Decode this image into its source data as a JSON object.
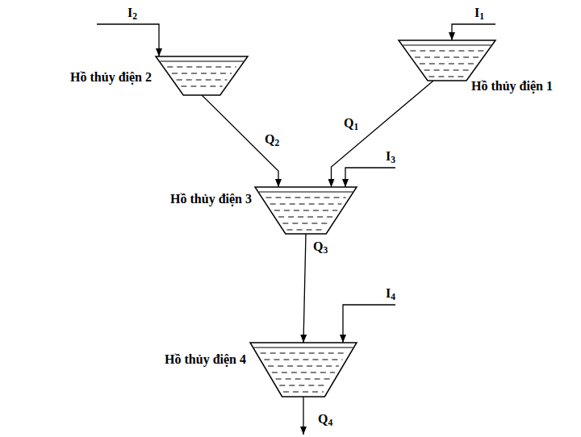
{
  "diagram": {
    "nodes": [
      {
        "text": [
          "Hồ thủy điện 2"
        ]
      },
      {
        "text": [
          "Hồ thủy điện 1"
        ]
      },
      {
        "text": [
          "Hồ thủy điện 3"
        ]
      },
      {
        "text": [
          "Hồ thủy điện 4"
        ]
      }
    ],
    "edges": [
      {
        "from": 0,
        "to": 2,
        "arrow": "to",
        "label": "Q2"
      },
      {
        "from": 1,
        "to": 2,
        "arrow": "to",
        "label": "Q1"
      },
      {
        "from": 2,
        "to": 3,
        "arrow": "to",
        "label": "Q3"
      }
    ],
    "labels": [
      "I2",
      "I1",
      "I3",
      "I4",
      "Q4"
    ]
  }
}
